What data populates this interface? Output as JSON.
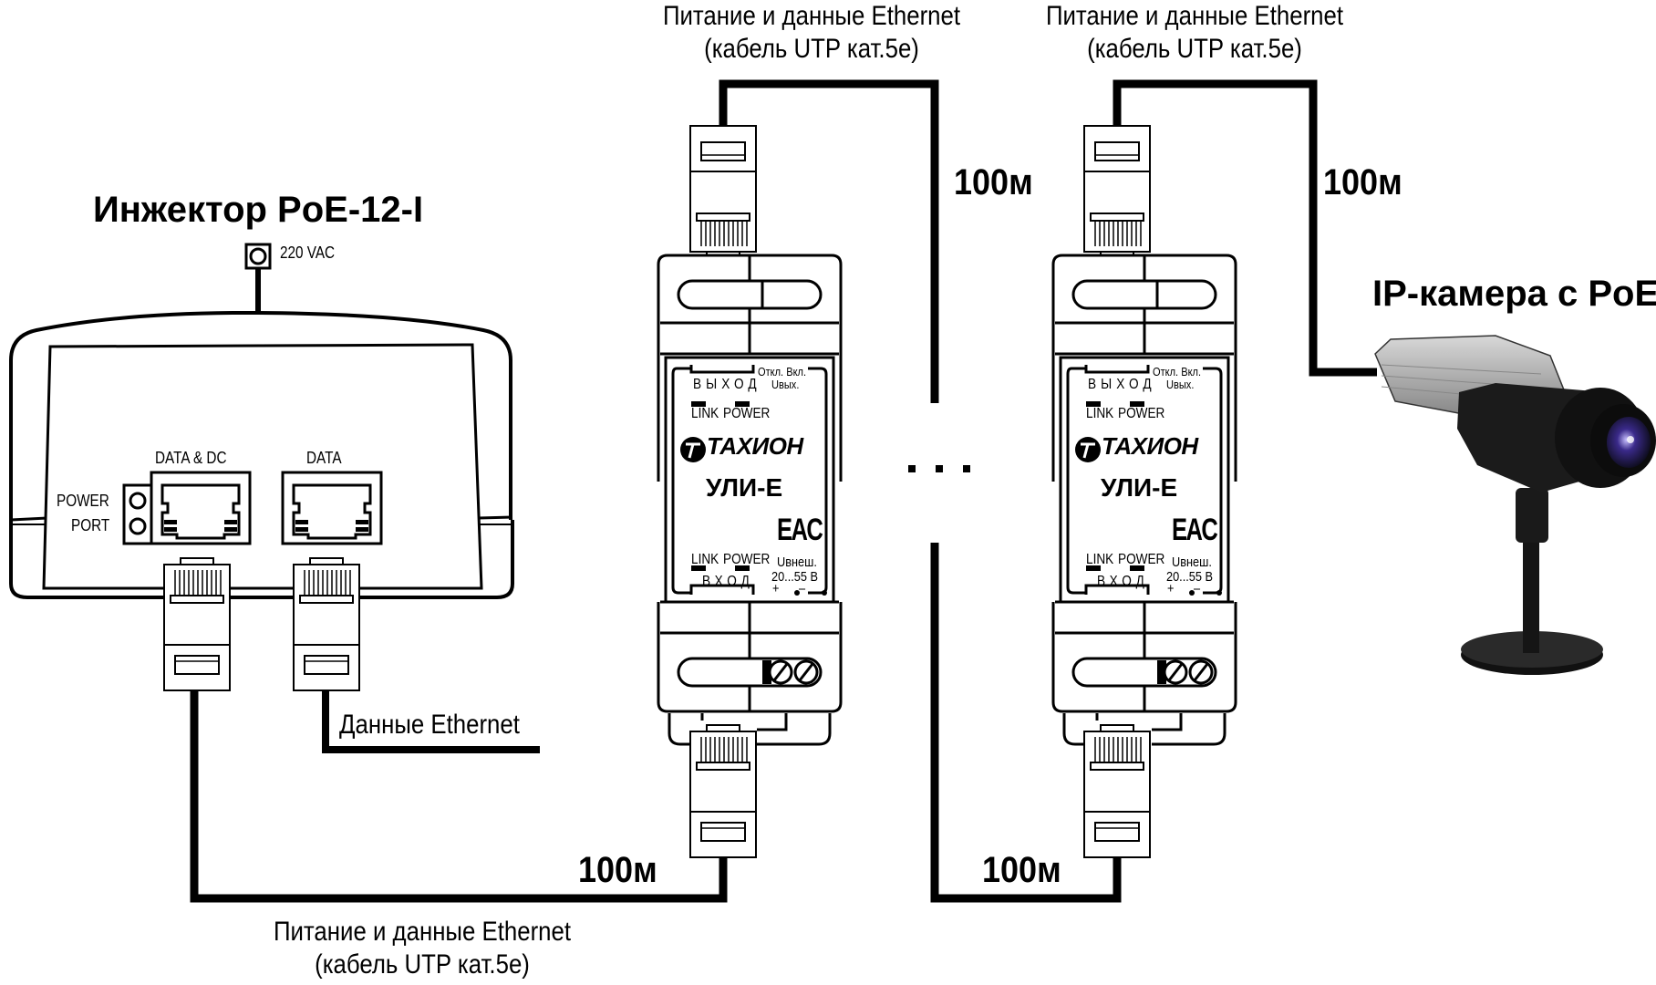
{
  "injector": {
    "title": "Инжектор PoE-12-I",
    "power_input_label": "220 VAC",
    "power_port_label_1": "POWER",
    "power_port_label_2": "PORT",
    "port_data_dc_label": "DATA & DC",
    "port_data_label": "DATA",
    "data_cable_label": "Данные Ethernet"
  },
  "cable_captions": {
    "line1": "Питание и данные Ethernet",
    "line2": "(кабель UTP кат.5е)"
  },
  "distances": [
    "100м",
    "100м",
    "100м",
    "100м"
  ],
  "extenders": [
    {
      "brand": "ТАХИОН",
      "model": "УЛИ-Е",
      "certification_mark": "EAC",
      "output_label": "ВЫХОД",
      "input_label": "ВХОД",
      "led_link": "LINK",
      "led_power": "POWER",
      "switch_label": "Откл. Вкл.",
      "switch_sub": "Uвых.",
      "ext_power_label": "Uвнеш.",
      "ext_power_range": "20...55 В",
      "plus": "+",
      "minus": "–"
    },
    {
      "brand": "ТАХИОН",
      "model": "УЛИ-Е",
      "certification_mark": "EAC",
      "output_label": "ВЫХОД",
      "input_label": "ВХОД",
      "led_link": "LINK",
      "led_power": "POWER",
      "switch_label": "Откл. Вкл.",
      "switch_sub": "Uвых.",
      "ext_power_label": "Uвнеш.",
      "ext_power_range": "20...55 В",
      "plus": "+",
      "minus": "–"
    }
  ],
  "ellipsis": "· · ·",
  "camera": {
    "title": "IP-камера с PoE"
  }
}
